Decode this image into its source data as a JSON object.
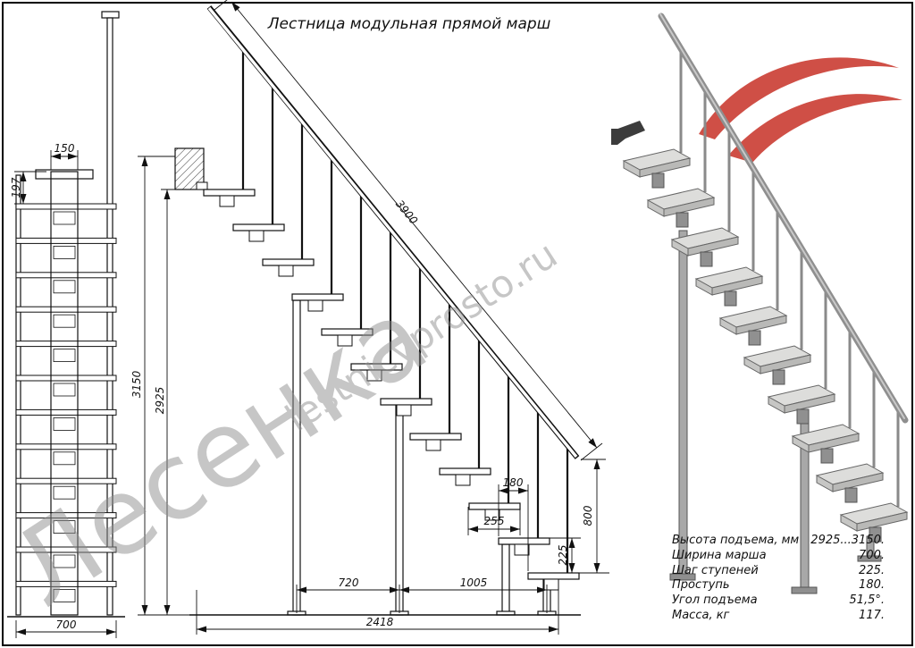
{
  "title": "Лестница модульная прямой марш",
  "watermarks": {
    "brand": "Лесенка",
    "site": "lestnicyprosto.ru"
  },
  "front_view": {
    "dims": {
      "post_spacing": "150",
      "step_pitch": "197",
      "march_width": "700"
    }
  },
  "side_view": {
    "dims": {
      "rail_length": "3900",
      "height_max": "3150",
      "height_min": "2925",
      "tread_depth": "255",
      "going": "180",
      "step_rise": "225",
      "rail_end_height": "800",
      "post_span_1": "720",
      "post_span_2": "1005",
      "total_run": "2418"
    }
  },
  "specs": {
    "rows": [
      {
        "label": "Высота подъема, мм",
        "value": "2925...3150."
      },
      {
        "label": "Ширина марша",
        "value": "700."
      },
      {
        "label": "Шаг ступеней",
        "value": "225."
      },
      {
        "label": "Проступь",
        "value": "180."
      },
      {
        "label": "Угол подъема",
        "value": "51,5°."
      },
      {
        "label": "Масса, кг",
        "value": "117."
      }
    ]
  }
}
